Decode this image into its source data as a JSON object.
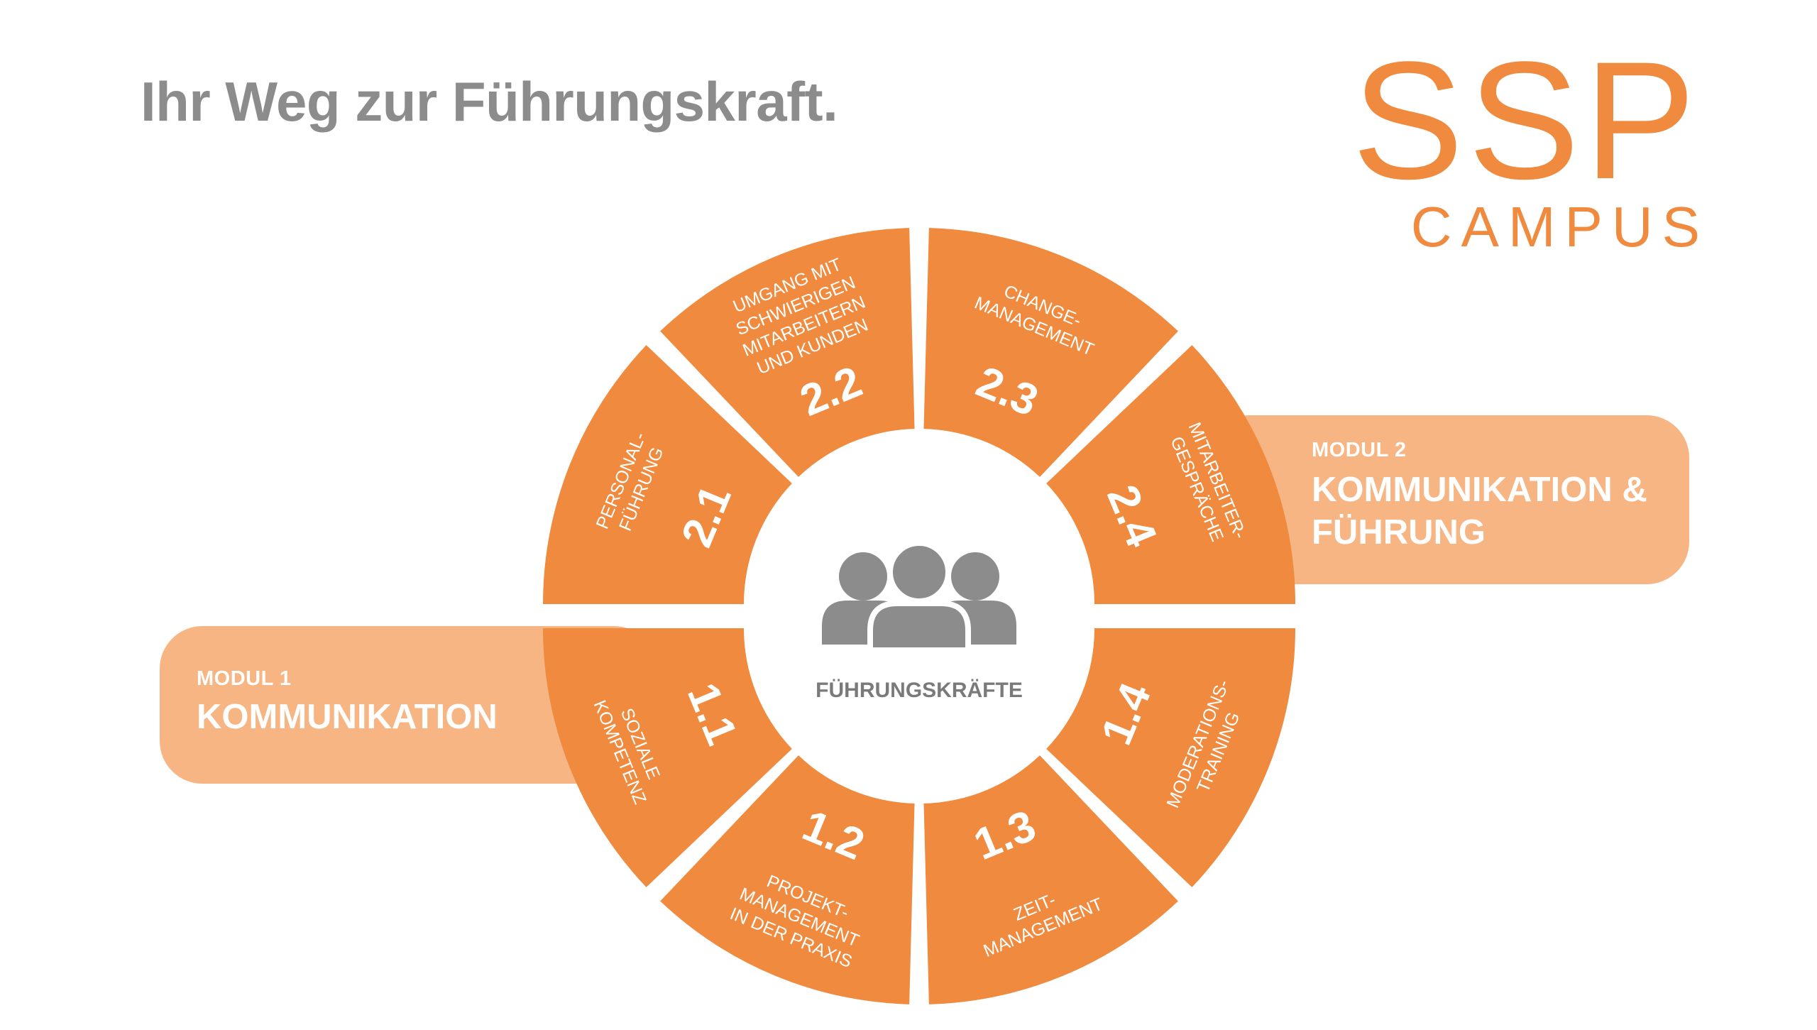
{
  "title": "Ihr Weg zur Führungskraft.",
  "logo": {
    "main": "SSP",
    "sub": "CAMPUS"
  },
  "colors": {
    "segment": "#ef8a3e",
    "module_box": "#f6b583",
    "title": "#8c8c8c",
    "icon": "#8c8c8c",
    "logo": "#ef8a3e"
  },
  "module2": {
    "label": "MODUL 2",
    "name_line1": "KOMMUNIKATION &",
    "name_line2": "FÜHRUNG"
  },
  "module1": {
    "label": "MODUL 1",
    "name": "KOMMUNIKATION"
  },
  "center": {
    "icon": "group-people-icon",
    "label": "FÜHRUNGSKRÄFTE"
  },
  "segments": [
    {
      "number": "2.1",
      "lines": [
        "PERSONAL-",
        "FÜHRUNG"
      ]
    },
    {
      "number": "2.2",
      "lines": [
        "UMGANG MIT",
        "SCHWIERIGEN",
        "MITARBEITERN",
        "UND KUNDEN"
      ]
    },
    {
      "number": "2.3",
      "lines": [
        "CHANGE-",
        "MANAGEMENT"
      ]
    },
    {
      "number": "2.4",
      "lines": [
        "MITARBEITER-",
        "GESPRÄCHE"
      ]
    },
    {
      "number": "1.1",
      "lines": [
        "SOZIALE",
        "KOMPETENZ"
      ]
    },
    {
      "number": "1.2",
      "lines": [
        "PROJEKT-",
        "MANAGEMENT",
        "IN DER PRAXIS"
      ]
    },
    {
      "number": "1.3",
      "lines": [
        "ZEIT-",
        "MANAGEMENT"
      ]
    },
    {
      "number": "1.4",
      "lines": [
        "MODERATIONS-",
        "TRAINING"
      ]
    }
  ]
}
